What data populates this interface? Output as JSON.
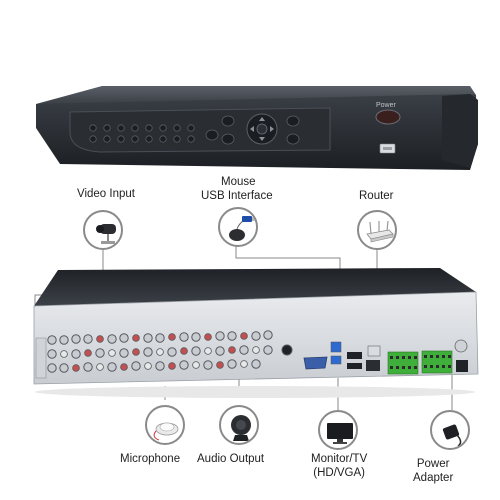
{
  "front_panel": {
    "power_label": "Power"
  },
  "callouts": {
    "video_input": "Video Input",
    "mouse": "Mouse",
    "usb_interface": "USB Interface",
    "router": "Router",
    "microphone": "Microphone",
    "audio_output": "Audio Output",
    "monitor_line1": "Monitor/TV",
    "monitor_line2": "(HD/VGA)",
    "power_line1": "Power",
    "power_line2": "Adapter"
  },
  "icons": [
    "camera-icon",
    "mouse-icon",
    "usb-stick-icon",
    "router-icon",
    "microphone-icon",
    "speaker-icon",
    "monitor-icon",
    "power-adapter-icon"
  ],
  "colors": {
    "chassis": "#2f3339",
    "terminal_green": "#3fae3a",
    "line": "#8a8a8a"
  }
}
